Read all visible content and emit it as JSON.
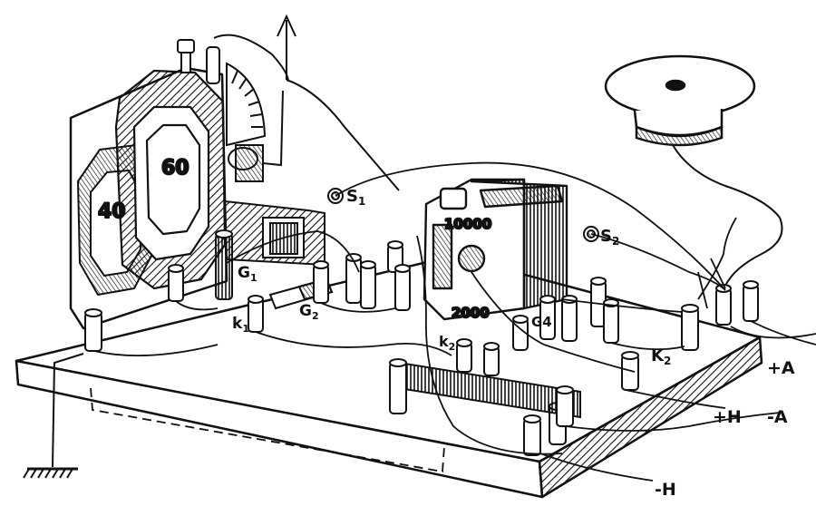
{
  "labels": {
    "coil_large": "60",
    "coil_small": "40",
    "g1": "G",
    "g1_sub": "1",
    "g2": "G",
    "g2_sub": "2",
    "k1": "k",
    "k1_sub": "1",
    "k2_left": "k",
    "k2_left_sub": "2",
    "k2_right": "K",
    "k2_right_sub": "2",
    "s1": "S",
    "s1_sub": "1",
    "s2": "S",
    "s2_sub": "2",
    "g4": "G4",
    "transformer_top": "10000",
    "transformer_bottom": "2000",
    "plus_a": "+A",
    "minus_a": "-A",
    "plus_h": "+H",
    "minus_h": "-H"
  },
  "colors": {
    "ink": "#111111",
    "paper": "#ffffff"
  }
}
